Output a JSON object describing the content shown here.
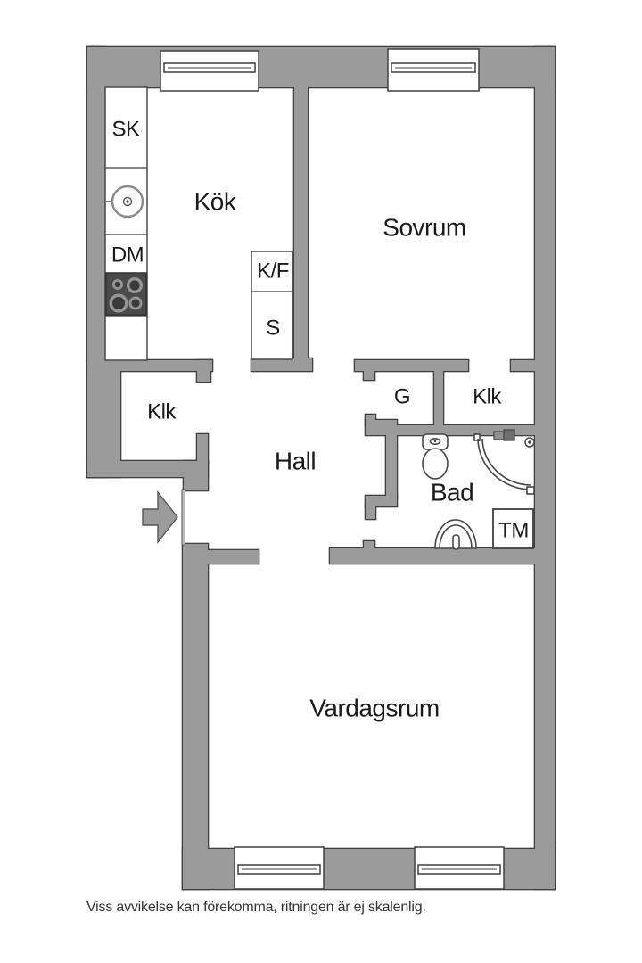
{
  "plan": {
    "type": "apartment-floor-plan",
    "labels": {
      "sk": "SK",
      "kok": "Kök",
      "dm": "DM",
      "kf": "K/F",
      "s": "S",
      "sovrum": "Sovrum",
      "klk_left": "Klk",
      "g": "G",
      "klk_right": "Klk",
      "hall": "Hall",
      "bad": "Bad",
      "tm": "TM",
      "vardagsrum": "Vardagsrum"
    },
    "caption": "Viss avvikelse kan förekomma, ritningen är ej skalenlig.",
    "colors": {
      "wall": "#9b9b9b",
      "outline": "#3f3f3f",
      "label_text": "#1a1a1a",
      "caption_text": "#333333",
      "stove": "#4a4a4a",
      "burner_ring": "#949494",
      "burner_center": "#3a3a3a",
      "background": "#ffffff"
    },
    "icons": {
      "entrance": "entrance-arrow-icon",
      "kitchen_sink": "sink-icon",
      "stove": "stove-icon",
      "toilet": "toilet-icon",
      "shower": "shower-icon",
      "washbasin": "washbasin-icon",
      "windows": "window-icon"
    }
  }
}
